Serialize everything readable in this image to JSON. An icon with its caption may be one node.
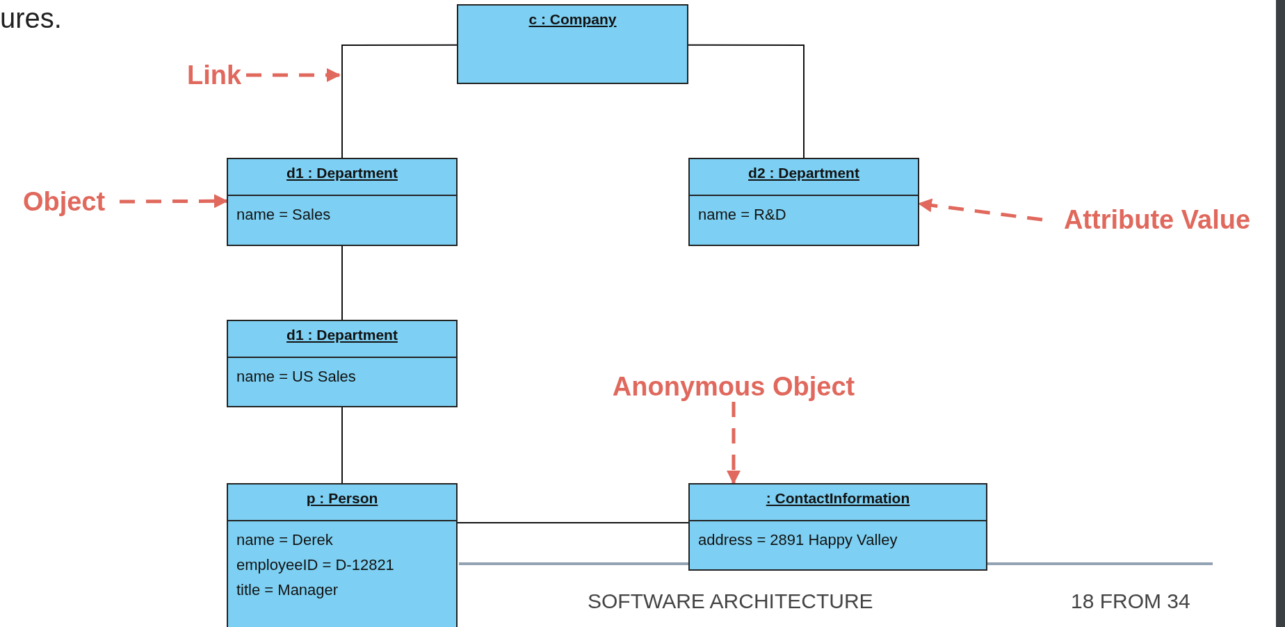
{
  "diagram": {
    "nodes": [
      {
        "text": [
          "c : Company"
        ]
      },
      {
        "text": [
          "d1 : Department",
          "name = Sales"
        ]
      },
      {
        "text": [
          "d2 : Department",
          "name = R&D"
        ]
      },
      {
        "text": [
          "d1 : Department",
          "name = US Sales"
        ]
      },
      {
        "text": [
          "p : Person",
          "name = Derek",
          "employeeID = D-12821",
          "title = Manager"
        ]
      },
      {
        "text": [
          ": ContactInformation",
          "address = 2891 Happy Valley"
        ]
      },
      {
        "text": [
          "Link"
        ]
      },
      {
        "text": [
          "Object"
        ]
      },
      {
        "text": [
          "Attribute Value"
        ]
      },
      {
        "text": [
          "Anonymous Object"
        ]
      }
    ],
    "edges": [
      {
        "from": 0,
        "to": 1,
        "arrow": "none"
      },
      {
        "from": 0,
        "to": 2,
        "arrow": "none"
      },
      {
        "from": 1,
        "to": 3,
        "arrow": "none"
      },
      {
        "from": 3,
        "to": 4,
        "arrow": "none"
      },
      {
        "from": 4,
        "to": 5,
        "arrow": "none"
      },
      {
        "from": 6,
        "to": null,
        "arrow": "to",
        "style": "dashed",
        "color": "#e0685c"
      },
      {
        "from": 7,
        "to": 1,
        "arrow": "to",
        "style": "dashed",
        "color": "#e0685c"
      },
      {
        "from": 8,
        "to": 2,
        "arrow": "to",
        "style": "dashed",
        "color": "#e0685c"
      },
      {
        "from": 9,
        "to": 5,
        "arrow": "to",
        "style": "dashed",
        "color": "#e0685c"
      }
    ],
    "labels": [
      "ures.",
      "SOFTWARE ARCHITECTURE",
      "18 FROM 34"
    ]
  }
}
